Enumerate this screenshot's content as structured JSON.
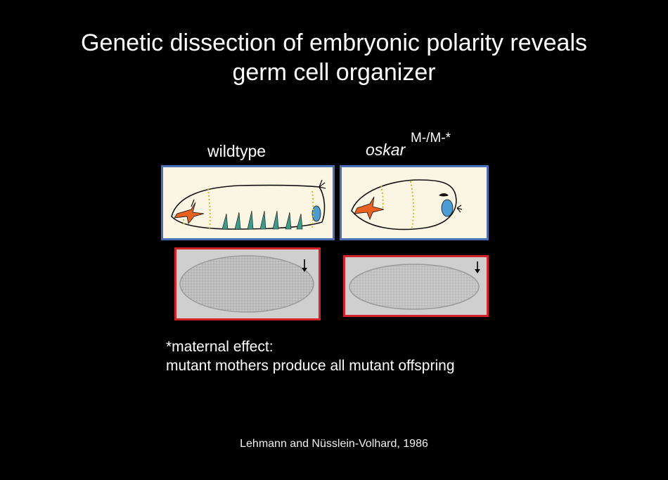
{
  "slide": {
    "title_line1": "Genetic dissection of embryonic polarity reveals",
    "title_line2": "germ cell organizer",
    "label_wildtype": "wildtype",
    "label_oskar": "oskar",
    "label_oskar_superscript": "M-/M-*",
    "note_line1": "*maternal effect:",
    "note_line2": "mutant mothers produce all mutant offspring",
    "citation": "Lehmann and Nüsslein-Volhard, 1986"
  },
  "colors": {
    "background": "#000000",
    "text": "#ffffff",
    "drawing_frame": "#4a6fb5",
    "micrograph_frame": "#d2232a",
    "cephalic_skeleton": "#e9601f",
    "denticle_bands": "#3f9a8a",
    "posterior_spiracle": "#4a9bd2"
  }
}
